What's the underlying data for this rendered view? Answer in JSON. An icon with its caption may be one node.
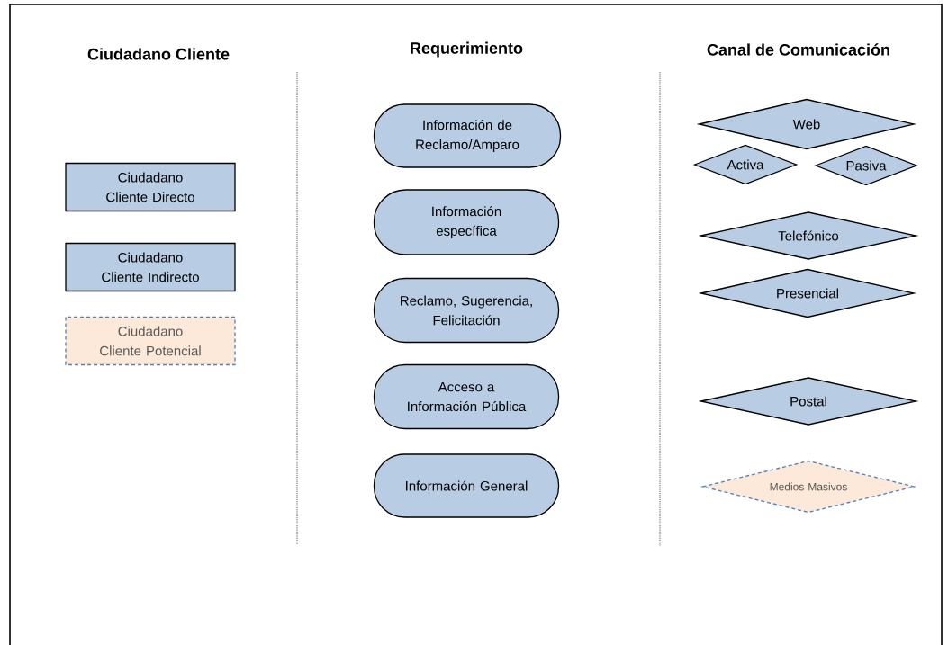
{
  "diagram": {
    "nodes": [
      {
        "text": [
          "Ciudadano Cliente Directo"
        ]
      },
      {
        "text": [
          "Ciudadano Cliente Indirecto"
        ]
      },
      {
        "text": [
          "Ciudadano Cliente Potencial"
        ]
      },
      {
        "text": [
          "Información de Reclamo/Amparo"
        ]
      },
      {
        "text": [
          "Información específica"
        ]
      },
      {
        "text": [
          "Reclamo, Sugerencia, Felicitación"
        ]
      },
      {
        "text": [
          "Acceso a Información Pública"
        ]
      },
      {
        "text": [
          "Información General"
        ]
      },
      {
        "text": [
          "Web"
        ]
      },
      {
        "text": [
          "Activa"
        ]
      },
      {
        "text": [
          "Pasiva"
        ]
      },
      {
        "text": [
          "Telefónico"
        ]
      },
      {
        "text": [
          "Presencial"
        ]
      },
      {
        "text": [
          "Postal"
        ]
      },
      {
        "text": [
          "Medios Masivos"
        ]
      }
    ],
    "labels": [
      "Ciudadano Cliente",
      "Requerimiento",
      "Canal de Comunicación"
    ]
  }
}
